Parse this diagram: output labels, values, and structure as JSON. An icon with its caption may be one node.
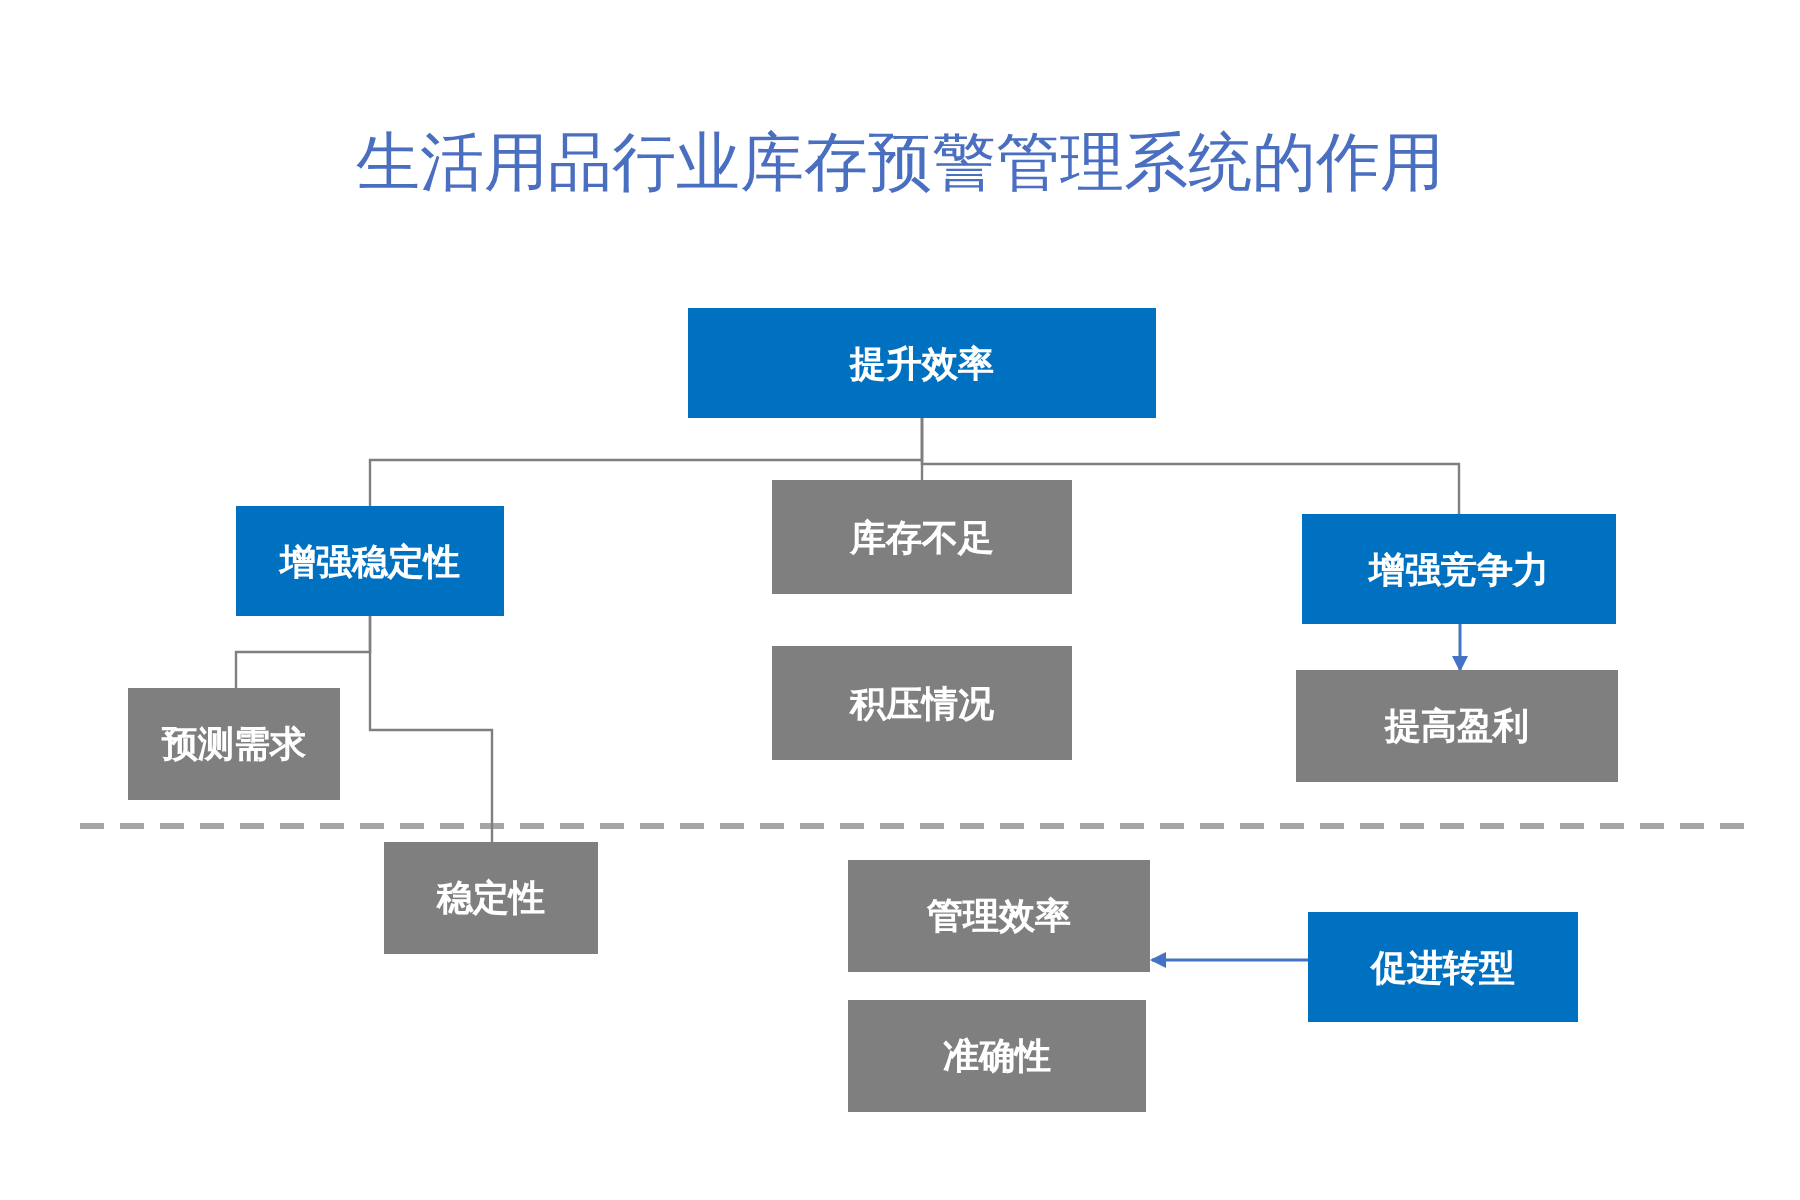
{
  "diagram": {
    "title": "生活用品行业库存预警管理系统的作用",
    "nodes": [
      {
        "text": [
          "提升效率"
        ]
      },
      {
        "text": [
          "增强稳定性"
        ]
      },
      {
        "text": [
          "库存不足"
        ]
      },
      {
        "text": [
          "增强竞争力"
        ]
      },
      {
        "text": [
          "预测需求"
        ]
      },
      {
        "text": [
          "积压情况"
        ]
      },
      {
        "text": [
          "提高盈利"
        ]
      },
      {
        "text": [
          "稳定性"
        ]
      },
      {
        "text": [
          "管理效率"
        ]
      },
      {
        "text": [
          "促进转型"
        ]
      },
      {
        "text": [
          "准确性"
        ]
      }
    ],
    "edges": [
      {
        "from": 0,
        "to": 1,
        "arrow": "none"
      },
      {
        "from": 0,
        "to": 2,
        "arrow": "none"
      },
      {
        "from": 0,
        "to": 3,
        "arrow": "none"
      },
      {
        "from": 1,
        "to": 4,
        "arrow": "none"
      },
      {
        "from": 1,
        "to": 7,
        "arrow": "none"
      },
      {
        "from": 3,
        "to": 6,
        "arrow": "to",
        "color": "#4472c4"
      },
      {
        "from": 9,
        "to": 8,
        "arrow": "to",
        "color": "#4472c4"
      }
    ]
  }
}
